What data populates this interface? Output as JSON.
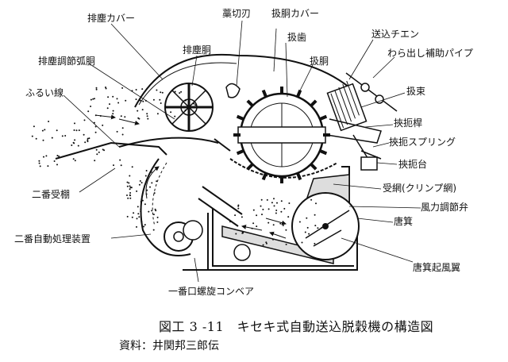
{
  "labels": {
    "exhaust_cover": "排塵カバー",
    "straw_cutter": "藁切刃",
    "threshing_drum_cover": "扱胴カバー",
    "exhaust_drum": "排塵胴",
    "threshing_teeth": "扱歯",
    "feed_chain": "送込チエン",
    "threshing_drum": "扱胴",
    "straw_assist_pipe": "わら出し補助パイプ",
    "exhaust_adjust_valve_drum": "排塵調節弧胴",
    "bundle": "扱束",
    "sieve_wire": "ふるい線",
    "clamp_rod": "挾扼桿",
    "clamp_spring": "挾扼スプリング",
    "clamp_table": "挾扼台",
    "second_shelf": "二番受棚",
    "concave": "受網(クリンプ網)",
    "air_valve": "風力調節弁",
    "second_processor": "二番自動処理装置",
    "winnower": "唐箕",
    "fan_blades": "唐箕起風翼",
    "first_conveyor": "一番口螺旋コンベア"
  },
  "caption": "図工 3 -11　キセキ式自動送込脱穀機の構造図",
  "source": "資料：井関邦三郎伝"
}
